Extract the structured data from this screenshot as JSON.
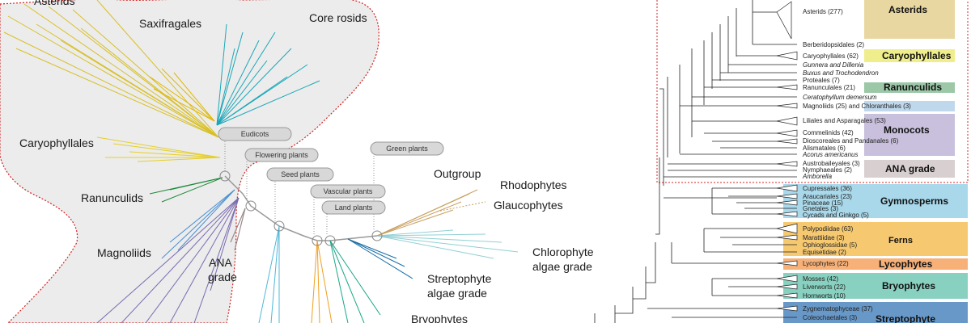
{
  "radial_tree": {
    "clade_labels": {
      "asterids": "Asterids",
      "saxifragales": "Saxifragales",
      "core_rosids": "Core rosids",
      "caryophyllales": "Caryophyllales",
      "ranunculids": "Ranunculids",
      "magnoliids": "Magnoliids",
      "ana_line1": "ANA",
      "ana_line2": "grade",
      "outgroup": "Outgroup",
      "rhodophytes": "Rhodophytes",
      "glaucophytes": "Glaucophytes",
      "chlorophyte_line1": "Chlorophyte",
      "chlorophyte_line2": "algae grade",
      "streptophyte_line1": "Streptophyte",
      "streptophyte_line2": "algae grade",
      "bryophytes": "Bryophytes"
    },
    "node_callouts": {
      "eudicots": "Eudicots",
      "flowering_plants": "Flowering plants",
      "seed_plants": "Seed plants",
      "green_plants": "Green plants",
      "vascular_plants": "Vascular plants",
      "land_plants": "Land plants"
    },
    "colors": {
      "asterids": "#d8c02a",
      "saxifragales": "#e0b800",
      "core_rosids": "#1ba7b8",
      "caryophyllales": "#e6cf2a",
      "ranunculids": "#1f8a3a",
      "magnoliids": "#4a8ed0",
      "monocots": "#7a6ab0",
      "ana": "#9a8a8a",
      "gymnosperms": "#4fb8d8",
      "ferns": "#f0a020",
      "bryophytes": "#18a888",
      "streptophytes": "#1a6ea8",
      "chlorophytes": "#90d0d4",
      "outgroup": "#c8a060",
      "dashed_outline": "#d42020"
    }
  },
  "cladogram": {
    "leaves": {
      "asterids": "Asterids (277)",
      "berberidopsidales": "Berberidopsidales (2)",
      "caryophyllales": "Caryophyllales (62)",
      "gunnera": "Gunnera and Dillenia",
      "buxus": "Buxus and Trochodendron",
      "proteales": "Proteales (7)",
      "ranunculales": "Ranunculales (21)",
      "ceratophyllum": "Ceratophyllum demersum",
      "magnoliids": "Magnoliids (25) and Chloranthales (3)",
      "liliales": "Liliales and Asparagales (53)",
      "commelinids": "Commelinids (42)",
      "dioscoreales": "Dioscoreales and Pandanales (6)",
      "alismatales": "Alismatales (6)",
      "acorus": "Acorus americanus",
      "austrobaileyales": "Austrobaileyales (3)",
      "nymphaeales": "Nymphaeales (2)",
      "amborella": "Amborella",
      "cupressales": "Cupressales (36)",
      "araucariales": "Araucariales (23)",
      "pinaceae": "Pinaceae (15)",
      "gnetales": "Gnetales (3)",
      "cycads": "Cycads and Ginkgo (5)",
      "polypodiidae": "Polypodiidae (63)",
      "marattiidae": "Marattiidae (3)",
      "ophioglossidae": "Ophioglossidae (5)",
      "equisetidae": "Equisetidae (2)",
      "lycophytes": "Lycophytes (22)",
      "mosses": "Mosses (42)",
      "liverworts": "Liverworts (22)",
      "hornworts": "Hornworts (10)",
      "zygnematophyceae": "Zygnematophyceae (37)",
      "coleochaetales": "Coleochaetales (3)"
    },
    "bands": {
      "asterids": "Asterids",
      "caryophyllales": "Caryophyllales",
      "ranunculids": "Ranunculids",
      "monocots": "Monocots",
      "ana_grade": "ANA grade",
      "gymnosperms": "Gymnosperms",
      "ferns": "Ferns",
      "lycophytes": "Lycophytes",
      "bryophytes": "Bryophytes",
      "streptophyte": "Streptophyte"
    }
  }
}
